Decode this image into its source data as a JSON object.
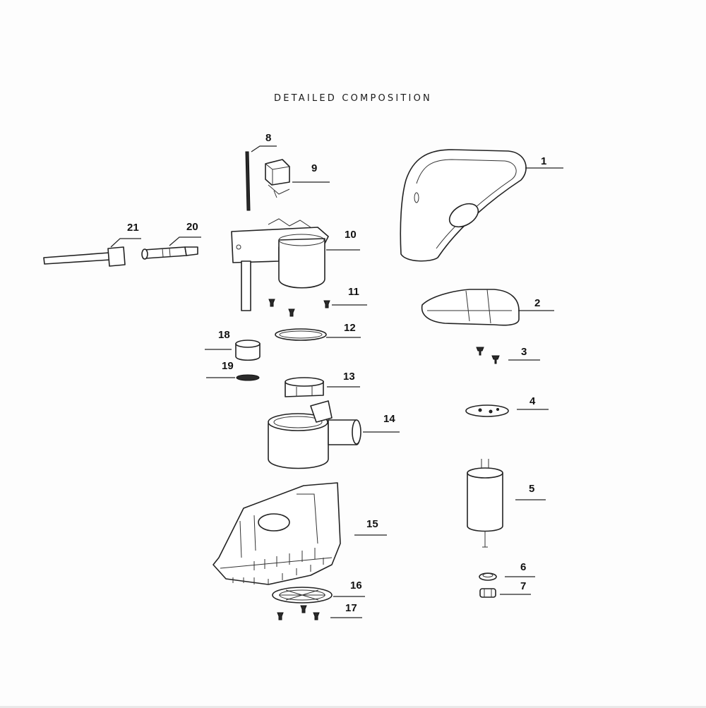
{
  "title": "DETAILED COMPOSITION",
  "callouts": [
    {
      "id": "1",
      "label": "1"
    },
    {
      "id": "2",
      "label": "2"
    },
    {
      "id": "3",
      "label": "3"
    },
    {
      "id": "4",
      "label": "4"
    },
    {
      "id": "5",
      "label": "5"
    },
    {
      "id": "6",
      "label": "6"
    },
    {
      "id": "7",
      "label": "7"
    },
    {
      "id": "8",
      "label": "8"
    },
    {
      "id": "9",
      "label": "9"
    },
    {
      "id": "10",
      "label": "10"
    },
    {
      "id": "11",
      "label": "11"
    },
    {
      "id": "12",
      "label": "12"
    },
    {
      "id": "13",
      "label": "13"
    },
    {
      "id": "14",
      "label": "14"
    },
    {
      "id": "15",
      "label": "15"
    },
    {
      "id": "16",
      "label": "16"
    },
    {
      "id": "17",
      "label": "17"
    },
    {
      "id": "18",
      "label": "18"
    },
    {
      "id": "19",
      "label": "19"
    },
    {
      "id": "20",
      "label": "20"
    },
    {
      "id": "21",
      "label": "21"
    }
  ],
  "colors": {
    "line": "#222222",
    "background": "#fdfdfd"
  }
}
